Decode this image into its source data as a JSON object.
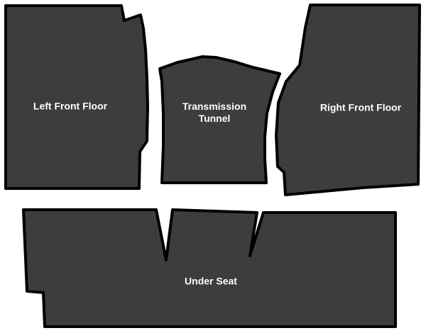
{
  "colors": {
    "piece_fill": "#3d3d3f",
    "piece_outline": "#000000",
    "label_text": "#ffffff",
    "background": "#ffffff"
  },
  "pieces": {
    "left_front_floor": {
      "label": "Left Front Floor"
    },
    "transmission_tunnel": {
      "label_line1": "Transmission",
      "label_line2": "Tunnel"
    },
    "right_front_floor": {
      "label": "Right Front Floor"
    },
    "under_seat": {
      "label": "Under Seat"
    }
  }
}
